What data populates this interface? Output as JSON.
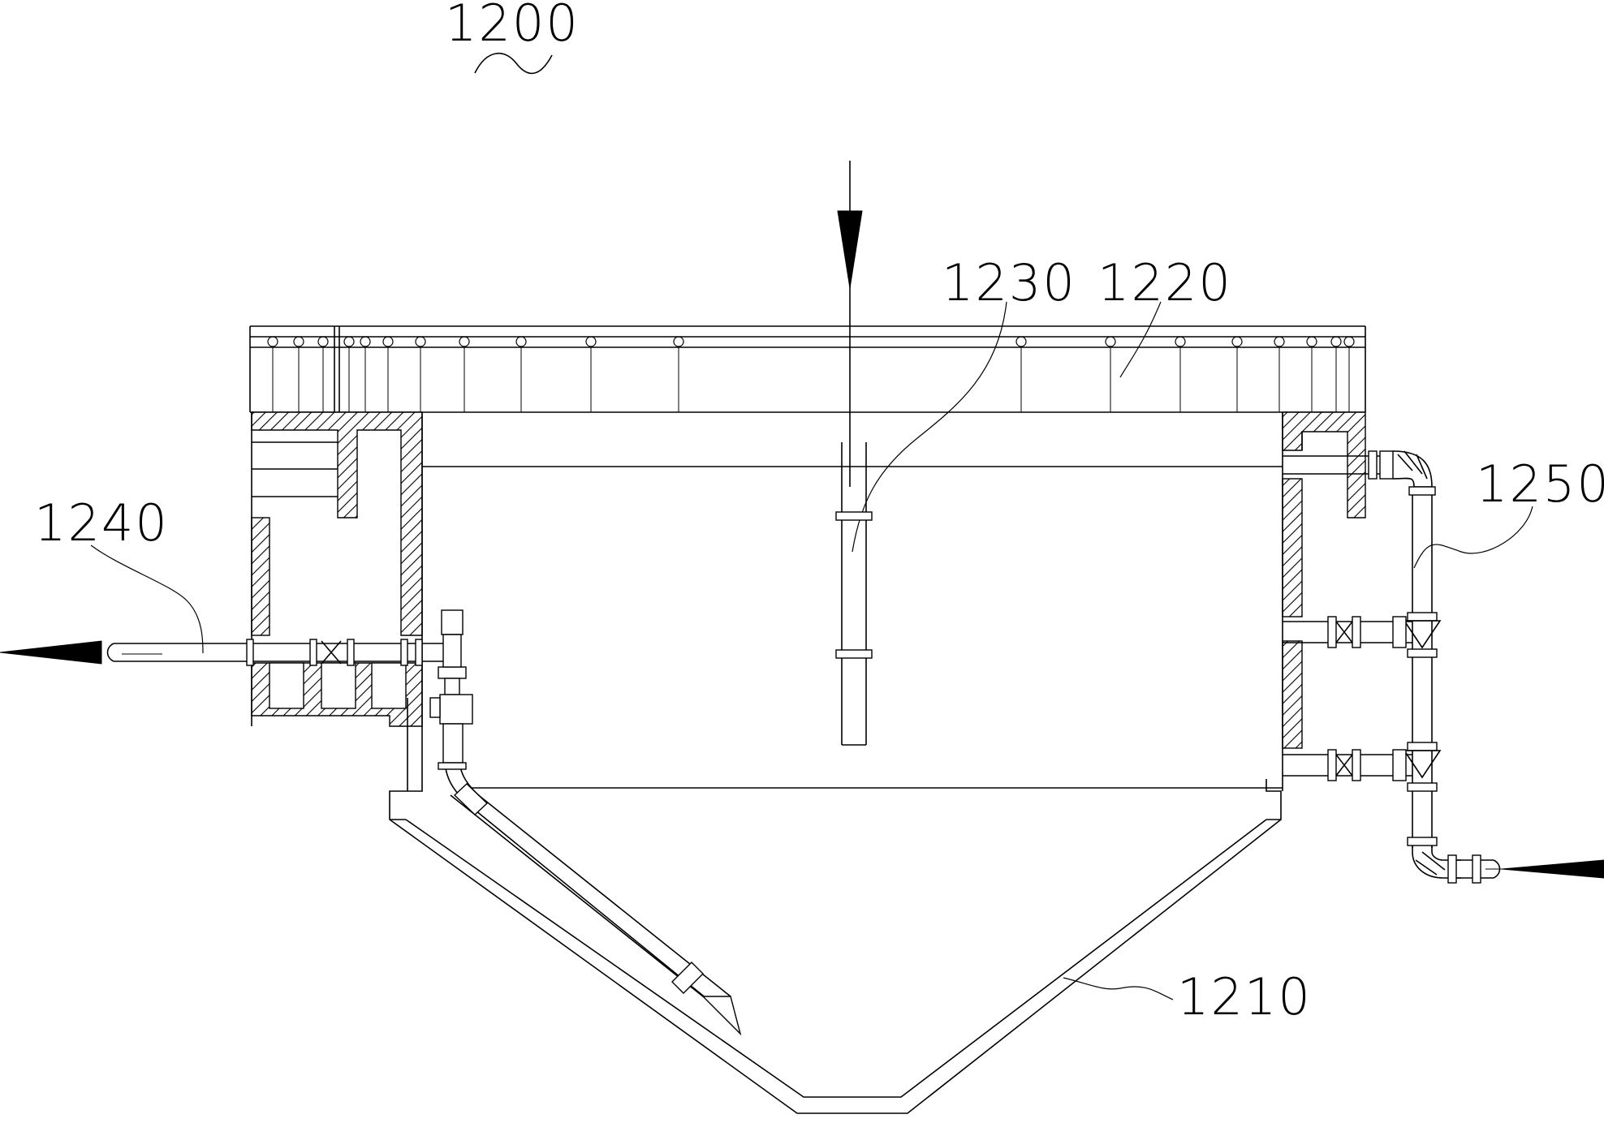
{
  "figure": {
    "labels": {
      "assembly": "1200",
      "bottom_hopper": "1210",
      "top_collector": "1220",
      "inlet_pipe": "1230",
      "left_outlet": "1240",
      "right_outlet": "1250"
    }
  }
}
